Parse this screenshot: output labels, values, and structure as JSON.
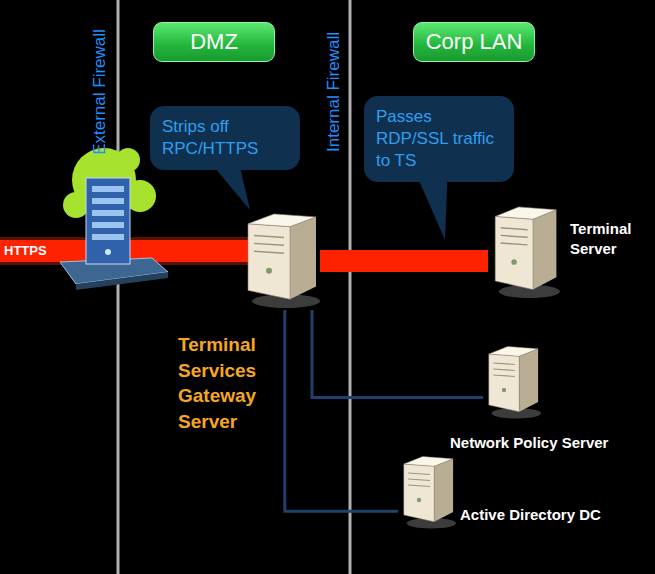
{
  "diagram": {
    "nodes": [
      {
        "text": [
          "DMZ"
        ]
      },
      {
        "text": [
          "Corp LAN"
        ]
      },
      {
        "text": [
          "Strips off RPC/HTTPS"
        ]
      },
      {
        "text": [
          "Passes RDP/SSL traffic to TS"
        ]
      },
      {
        "text": [
          "Terminal Server"
        ]
      },
      {
        "text": [
          "Terminal Services Gateway Server"
        ]
      },
      {
        "text": [
          "Network Policy Server"
        ]
      },
      {
        "text": [
          "Active Directory DC"
        ]
      }
    ],
    "edges": [
      {
        "from": 5,
        "to": 4,
        "arrow": "none"
      },
      {
        "from": 5,
        "to": 6,
        "arrow": "none"
      },
      {
        "from": 5,
        "to": 7,
        "arrow": "none"
      }
    ],
    "labels": [
      "External Firewall",
      "Internal Firewall",
      "HTTPS"
    ]
  }
}
